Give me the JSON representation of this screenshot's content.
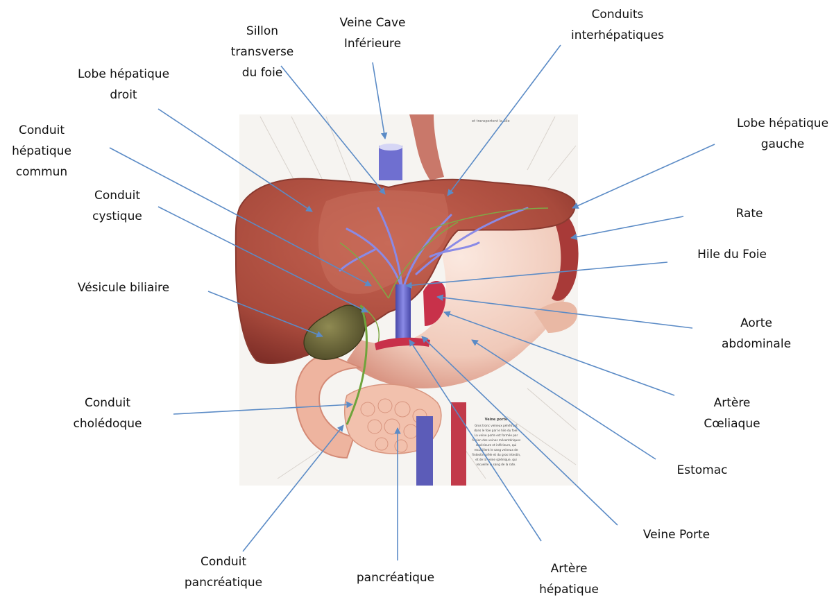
{
  "labels": {
    "sillon": [
      "Sillon",
      "transverse",
      "du foie"
    ],
    "veine_cave": [
      "Veine Cave",
      "Inférieure"
    ],
    "conduits_interhep": [
      "Conduits",
      "interhépatiques"
    ],
    "lobe_droit": [
      "Lobe hépatique",
      "droit"
    ],
    "conduit_hep_commun": [
      "Conduit",
      "hépatique",
      "commun"
    ],
    "lobe_gauche": [
      "Lobe hépatique",
      "gauche"
    ],
    "conduit_cystique": [
      "Conduit",
      "cystique"
    ],
    "rate": [
      "Rate"
    ],
    "hile": [
      "Hile du Foie"
    ],
    "vesicule": [
      "Vésicule biliaire"
    ],
    "aorte": [
      "Aorte",
      "abdominale"
    ],
    "arteria_coeliaque": [
      "Artère",
      "Cœliaque"
    ],
    "conduit_choledoque": [
      "Conduit",
      "cholédoque"
    ],
    "estomac": [
      "Estomac"
    ],
    "veine_porte": [
      "Veine Porte"
    ],
    "conduit_pancreatique": [
      "Conduit",
      "pancréatique"
    ],
    "pancreatique": [
      "pancréatique"
    ],
    "artere_hepatique": [
      "Artère",
      "hépatique"
    ]
  },
  "inset_text": {
    "top": "et transportent la bile",
    "title": "Veine porte",
    "body": [
      "Gros tronc veineux pénétrant",
      "dans le foie par le hile du foie.",
      "La veine porte est formée par",
      "l'union des veines mésentériques",
      "supérieure et inférieure, qui",
      "recueillent le sang veineux de",
      "l'intestin grêle et du gros intestin,",
      "et de la veine splénique, qui",
      "recueille le sang de la rate."
    ]
  },
  "colors": {
    "leader": "#5b8bc6",
    "liver": "#a84a3c",
    "liver_dark": "#7c2c26",
    "stomach": "#f0c9b9",
    "gallbladder": "#6f6a3c",
    "vein": "#6f6fd0",
    "artery": "#c8314a",
    "duct": "#6fa33c",
    "pancreas": "#f2c1ad"
  }
}
